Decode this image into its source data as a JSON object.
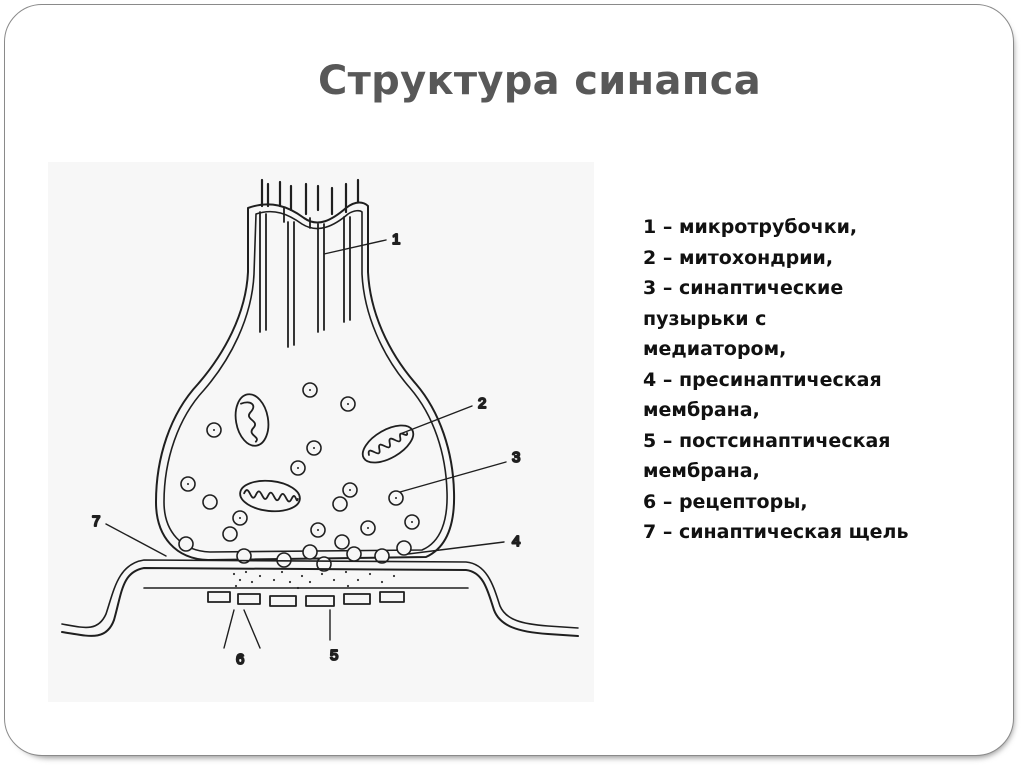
{
  "slide": {
    "title": "Структура синапса"
  },
  "diagram": {
    "callout_numbers": [
      "1",
      "2",
      "3",
      "4",
      "5",
      "6",
      "7"
    ]
  },
  "legend": [
    "1 – микротрубочки,",
    "2 – митохондрии,",
    "3 – синаптические",
    "пузырьки с",
    "медиатором,",
    "4 – пресинаптическая",
    "мембрана,",
    "5 – постсинаптическая",
    "мембрана,",
    "6 – рецепторы,",
    "7 – синаптическая щель"
  ]
}
